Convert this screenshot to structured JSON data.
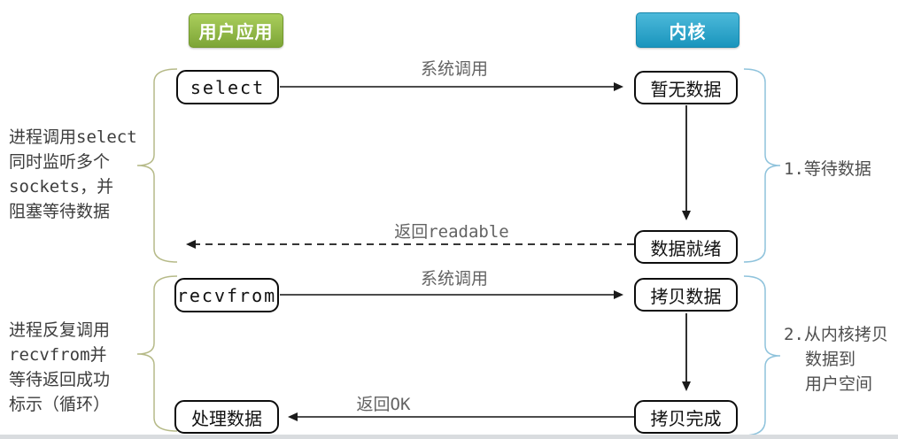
{
  "headers": {
    "user_app": "用户应用",
    "kernel": "内核"
  },
  "flow_boxes": {
    "select": "select",
    "no_data": "暂无数据",
    "data_ready": "数据就绪",
    "recvfrom": "recvfrom",
    "copy_data": "拷贝数据",
    "copy_done": "拷贝完成",
    "process_data": "处理数据"
  },
  "arrow_labels": {
    "syscall_top": "系统调用",
    "return_readable": "返回readable",
    "syscall_bottom": "系统调用",
    "return_ok": "返回OK"
  },
  "annotations": {
    "left_top": {
      "lines": [
        "进程调用select",
        "同时监听多个",
        "sockets，并",
        "阻塞等待数据"
      ]
    },
    "left_bottom": {
      "lines": [
        "进程反复调用",
        "recvfrom并",
        "等待返回成功",
        "标示（循环）"
      ]
    },
    "right_top": {
      "label": "1.等待数据"
    },
    "right_bottom": {
      "lines": [
        "2.从内核拷贝",
        "数据到",
        "用户空间"
      ]
    }
  },
  "colors": {
    "user_app_green": "#8db541",
    "kernel_blue": "#2ba7cd",
    "brace_olive": "#b6ba88",
    "brace_blue": "#8fc3dc",
    "arrow_black": "#1a1a1a",
    "label_gray": "#636363"
  }
}
